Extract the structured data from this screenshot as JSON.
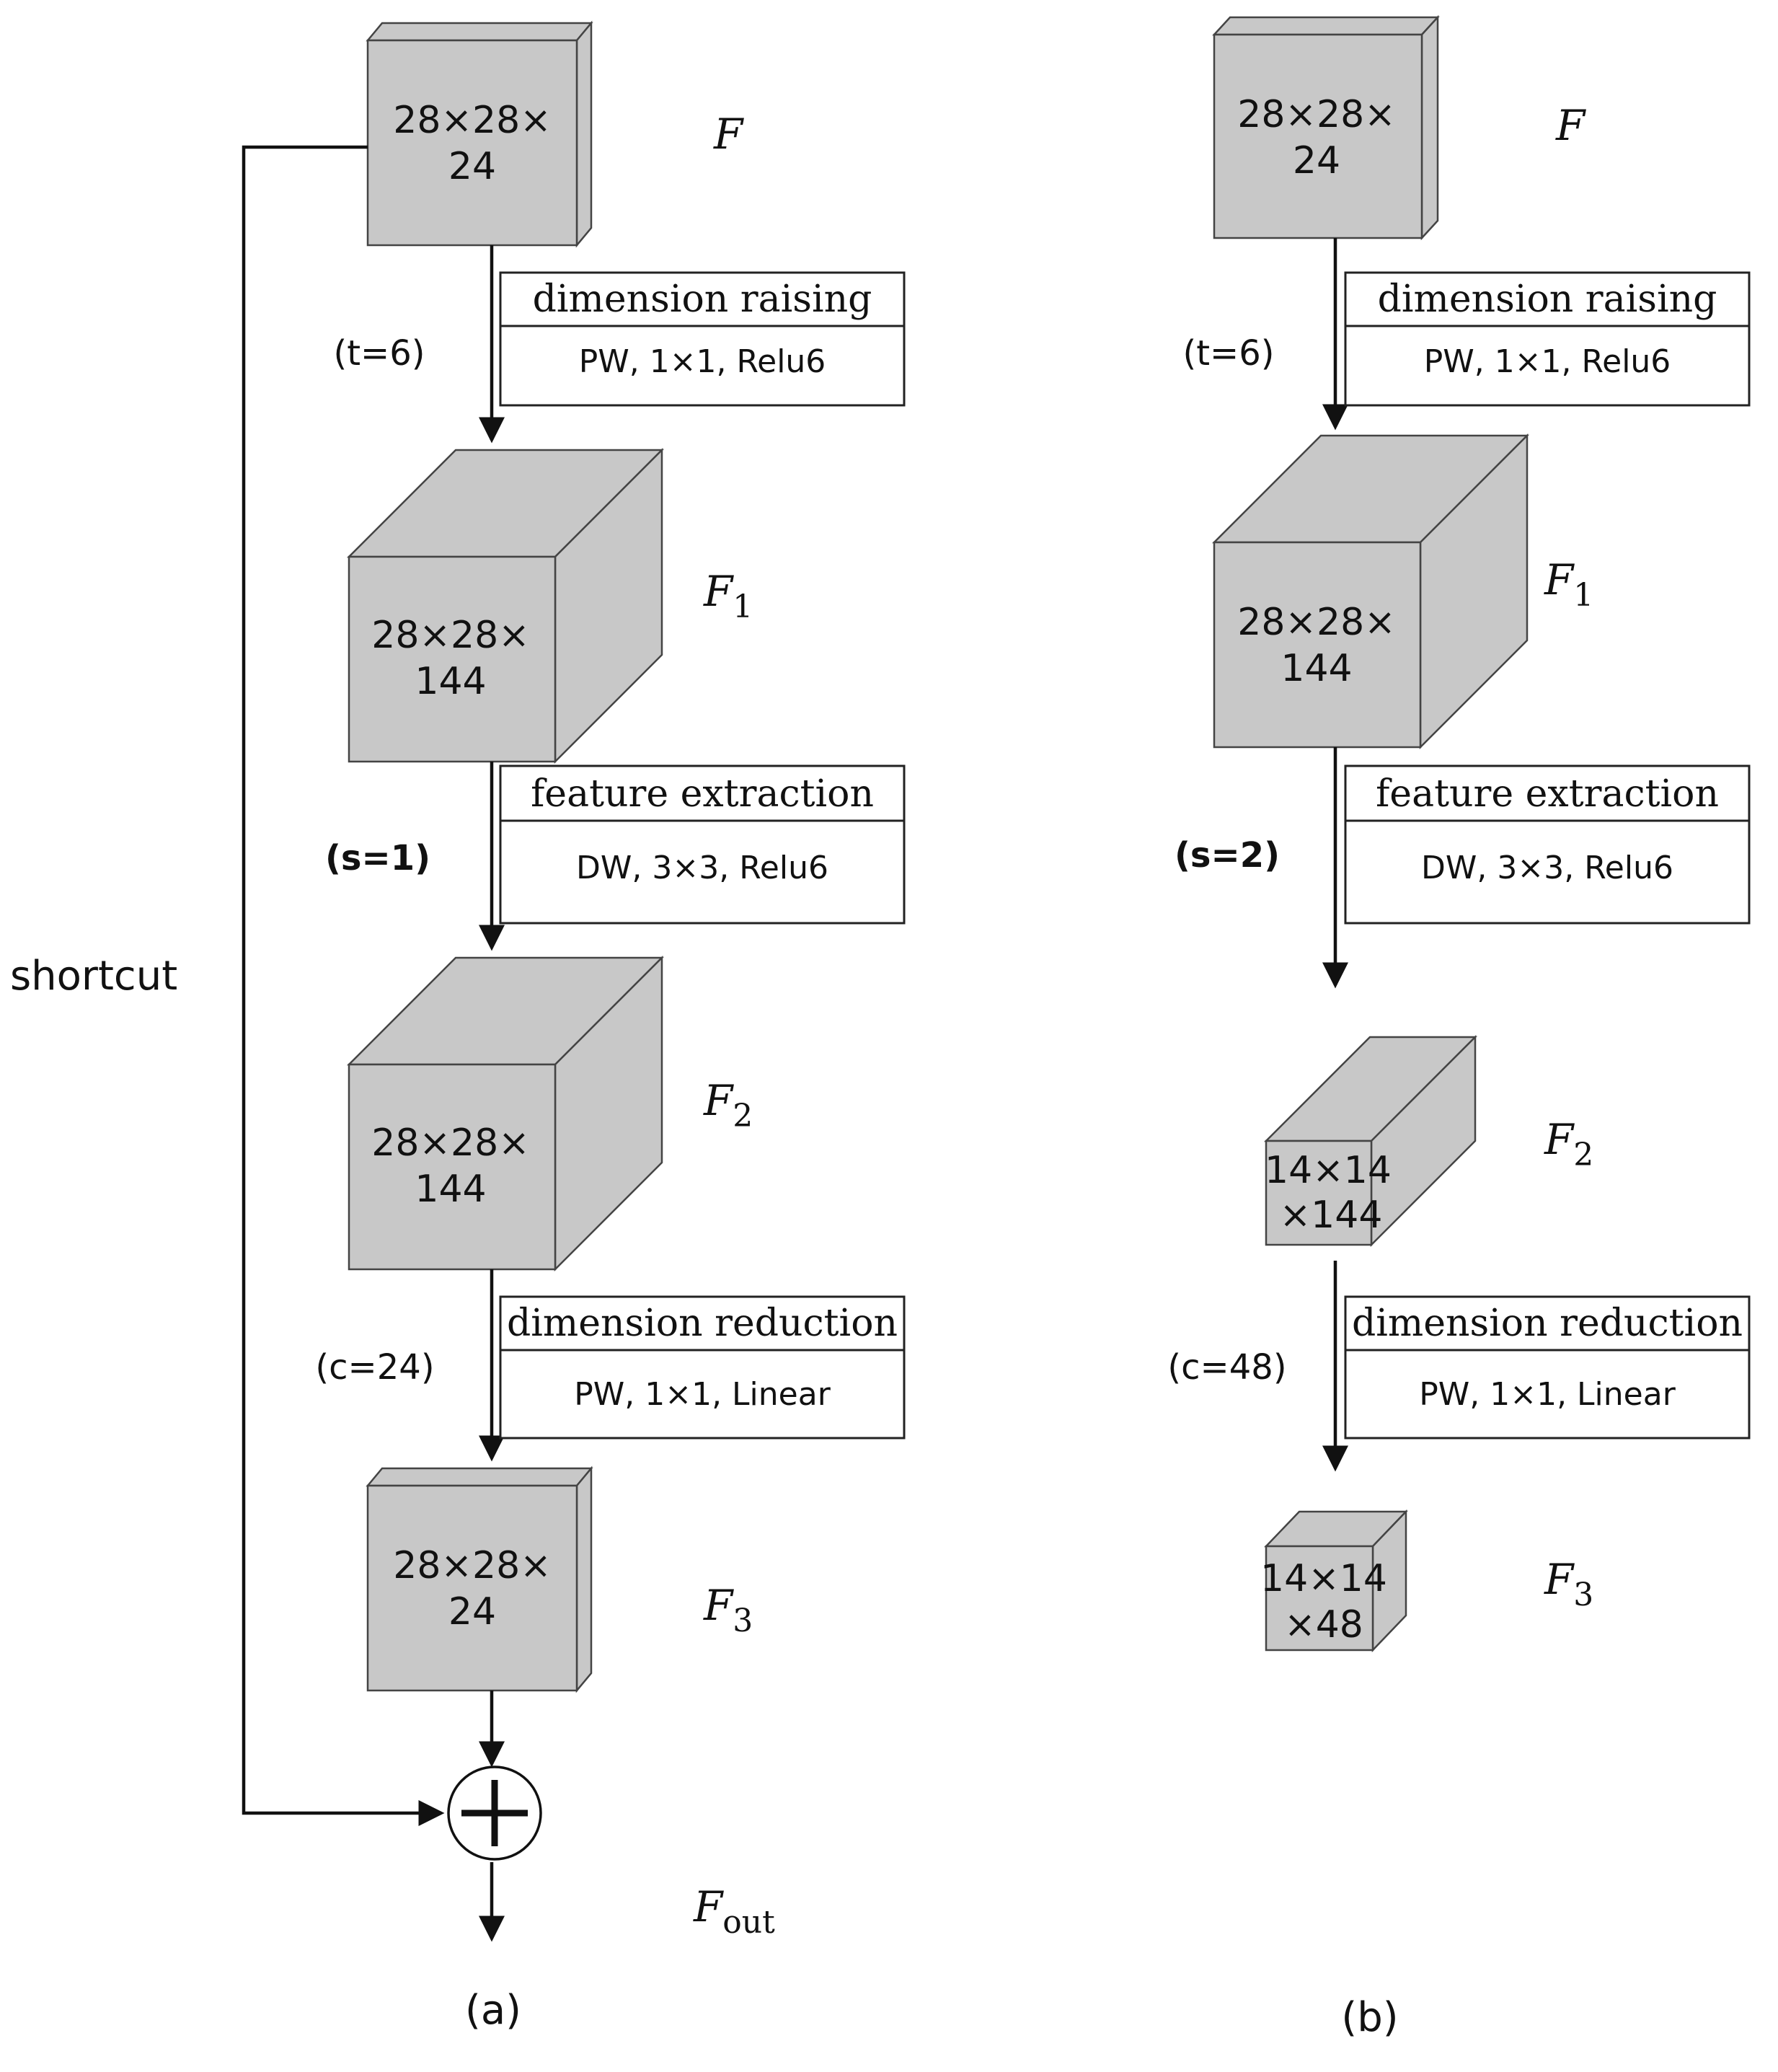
{
  "panel_a": {
    "caption": "(a)",
    "shortcut_label": "shortcut",
    "cubes": [
      {
        "text1": "28×28×",
        "text2": "24",
        "label": "F",
        "sub": ""
      },
      {
        "text1": "28×28×",
        "text2": "144",
        "label": "F",
        "sub": "1"
      },
      {
        "text1": "28×28×",
        "text2": "144",
        "label": "F",
        "sub": "2"
      },
      {
        "text1": "28×28×",
        "text2": "24",
        "label": "F",
        "sub": "3"
      }
    ],
    "boxes": [
      {
        "title": "dimension raising",
        "body": "PW, 1×1, Relu6"
      },
      {
        "title": "feature extraction",
        "body": "DW, 3×3,  Relu6"
      },
      {
        "title": "dimension reduction",
        "body": "PW, 1×1, Linear"
      }
    ],
    "params": [
      "(t=6)",
      "(s=1)",
      "(c=24)"
    ],
    "output_label": "F",
    "output_sub": "out"
  },
  "panel_b": {
    "caption": "(b)",
    "cubes": [
      {
        "text1": "28×28×",
        "text2": "24",
        "label": "F",
        "sub": ""
      },
      {
        "text1": "28×28×",
        "text2": "144",
        "label": "F",
        "sub": "1"
      },
      {
        "text1": "14×14",
        "text2": "×144",
        "label": "F",
        "sub": "2"
      },
      {
        "text1": "14×14",
        "text2": "×48",
        "label": "F",
        "sub": "3"
      }
    ],
    "boxes": [
      {
        "title": "dimension raising",
        "body": "PW, 1×1, Relu6"
      },
      {
        "title": "feature extraction",
        "body": "DW, 3×3,  Relu6"
      },
      {
        "title": "dimension reduction",
        "body": "PW, 1×1, Linear"
      }
    ],
    "params": [
      "(t=6)",
      "(s=2)",
      "(c=48)"
    ]
  }
}
